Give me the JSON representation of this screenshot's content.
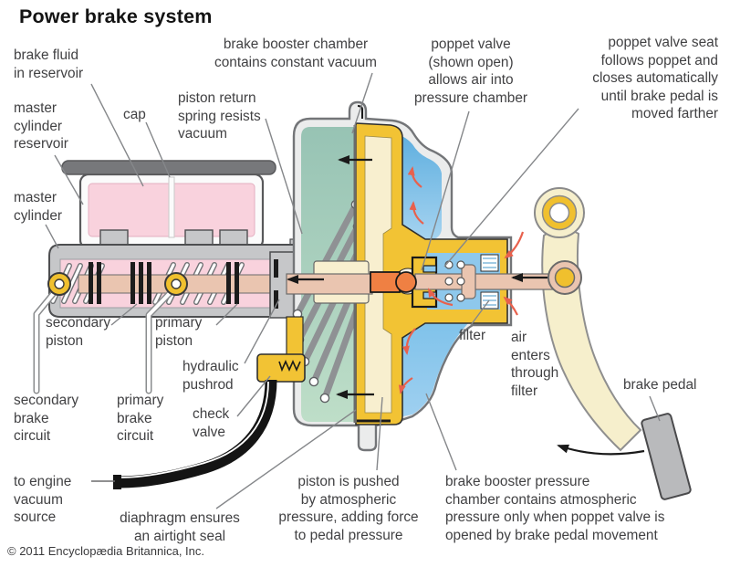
{
  "title": "Power brake system",
  "copyright": "© 2011 Encyclopædia Britannica, Inc.",
  "labels": {
    "brake_fluid": "brake fluid\nin reservoir",
    "master_cylinder_reservoir": "master\ncylinder\nreservoir",
    "cap": "cap",
    "piston_return_spring": "piston return\nspring resists\nvacuum",
    "booster_chamber": "brake booster chamber\ncontains constant vacuum",
    "poppet_valve": "poppet valve\n(shown open)\nallows air into\npressure chamber",
    "poppet_valve_seat": "poppet valve seat\nfollows poppet and\ncloses automatically\nuntil brake pedal is\nmoved farther",
    "master_cylinder": "master\ncylinder",
    "secondary_piston": "secondary\npiston",
    "primary_piston": "primary\npiston",
    "hydraulic_pushrod": "hydraulic\npushrod",
    "check_valve": "check\nvalve",
    "secondary_brake_circuit": "secondary\nbrake\ncircuit",
    "primary_brake_circuit": "primary\nbrake\ncircuit",
    "to_engine_vacuum": "to engine\nvacuum\nsource",
    "diaphragm": "diaphragm ensures\nan airtight seal",
    "piston_pushed": "piston is pushed\nby atmospheric\npressure, adding force\nto pedal pressure",
    "booster_pressure_chamber": "brake booster pressure\nchamber contains atmospheric\npressure only when poppet valve is\nopened by brake pedal movement",
    "filter": "filter",
    "air_enters": "air\nenters\nthrough\nfilter",
    "brake_pedal": "brake pedal"
  },
  "colors": {
    "vacuum_green": "#9cc7b3",
    "pressure_blue": "#6db6e4",
    "piston_yellow": "#f2c334",
    "fluid_pink": "#f9d2dd",
    "pushrod_tan": "#eac5b0",
    "poppet_orange": "#ef8043",
    "flow_arrow_red": "#e8614d",
    "metal_gray": "#c6c7c9"
  }
}
